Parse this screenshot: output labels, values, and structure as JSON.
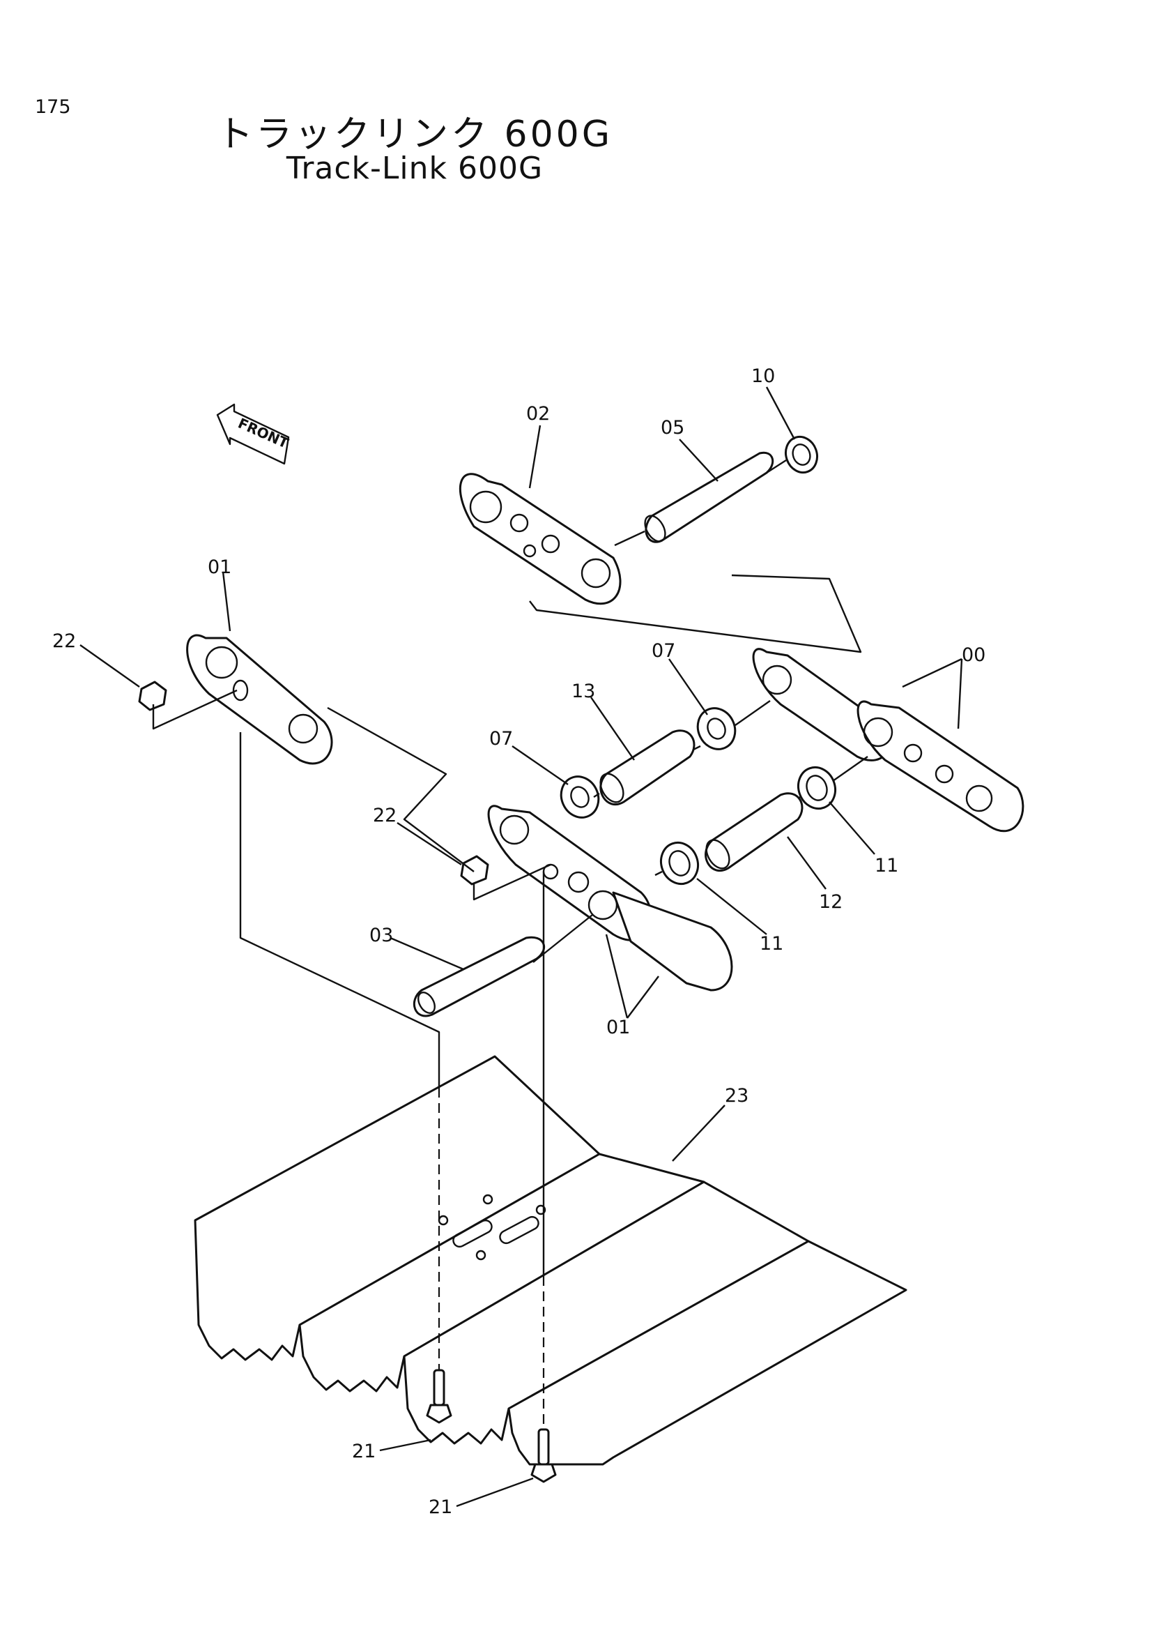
{
  "page": {
    "number": "175"
  },
  "title": {
    "japanese": "トラックリンク 600G",
    "english": "Track-Link 600G"
  },
  "direction_arrow": {
    "label": "FRONT",
    "icon": "front-arrow-icon"
  },
  "callouts": {
    "c10": "10",
    "c05": "05",
    "c02": "02",
    "c01a": "01",
    "c22a": "22",
    "c07a": "07",
    "c00": "00",
    "c13": "13",
    "c07b": "07",
    "c22b": "22",
    "c11a": "11",
    "c12": "12",
    "c11b": "11",
    "c03": "03",
    "c01b": "01",
    "c23": "23",
    "c21a": "21",
    "c21b": "21"
  }
}
